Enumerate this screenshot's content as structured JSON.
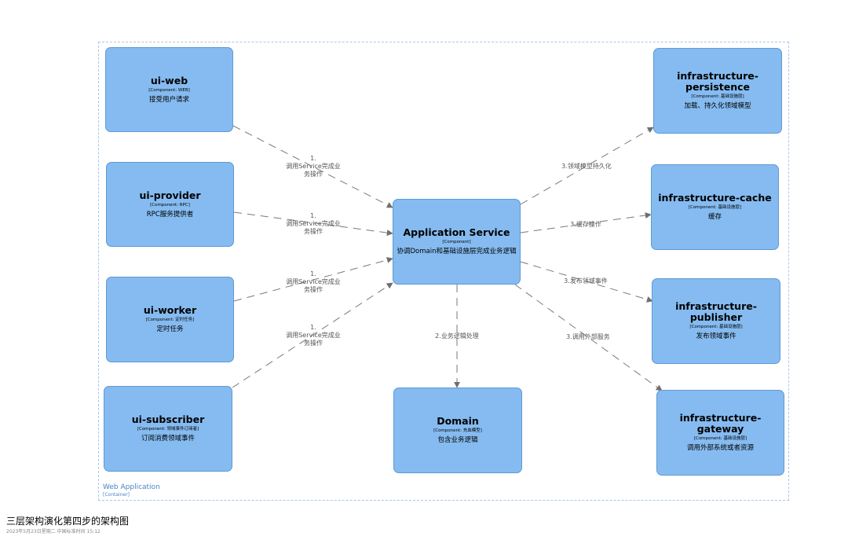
{
  "boundary": {
    "name": "Web Application",
    "type": "[Container]"
  },
  "nodes": {
    "ui_web": {
      "name": "ui-web",
      "type": "[Component: WEB]",
      "desc": "接受用户请求"
    },
    "ui_provider": {
      "name": "ui-provider",
      "type": "[Component: RPC]",
      "desc": "RPC服务提供者"
    },
    "ui_worker": {
      "name": "ui-worker",
      "type": "[Component: 定时任务]",
      "desc": "定时任务"
    },
    "ui_subscriber": {
      "name": "ui-subscriber",
      "type": "[Component: 领域事件订阅者]",
      "desc": "订阅消费领域事件"
    },
    "app_service": {
      "name": "Application Service",
      "type": "[Component]",
      "desc": "协调Domain和基础设施层完成业务逻辑"
    },
    "domain": {
      "name": "Domain",
      "type": "[Component: 充血模型]",
      "desc": "包含业务逻辑"
    },
    "infra_persistence": {
      "name": "infrastructure-persistence",
      "type": "[Component: 基础设施层]",
      "desc": "加载、持久化领域模型"
    },
    "infra_cache": {
      "name": "infrastructure-cache",
      "type": "[Component: 基础设施层]",
      "desc": "缓存"
    },
    "infra_publisher": {
      "name": "infrastructure-publisher",
      "type": "[Component: 基础设施层]",
      "desc": "发布领域事件"
    },
    "infra_gateway": {
      "name": "infrastructure-gateway",
      "type": "[Component: 基础设施层]",
      "desc": "调用外部系统或者资源"
    }
  },
  "edges": {
    "web_app": {
      "num": "1.",
      "text": "调用Service完成业",
      "text2": "务操作"
    },
    "provider_app": {
      "num": "1.",
      "text": "调用Service完成业",
      "text2": "务操作"
    },
    "worker_app": {
      "num": "1.",
      "text": "调用Service完成业",
      "text2": "务操作"
    },
    "subscriber_app": {
      "num": "1.",
      "text": "调用Service完成业",
      "text2": "务操作"
    },
    "app_domain": {
      "text": "2.业务逻辑处理"
    },
    "app_persistence": {
      "text": "3.领域模型持久化"
    },
    "app_cache": {
      "text": "3.缓存操作"
    },
    "app_publisher": {
      "text": "3.发布领域事件"
    },
    "app_gateway": {
      "text": "3.调用外部服务"
    }
  },
  "colors": {
    "node_fill": "#85bbf0",
    "node_border": "#5d9ad4",
    "line": "#7a7a7a"
  },
  "footer": {
    "title": "三层架构演化第四步的架构图",
    "subtitle": "2023年5月23日星期二 中国标准时间 15:12"
  }
}
